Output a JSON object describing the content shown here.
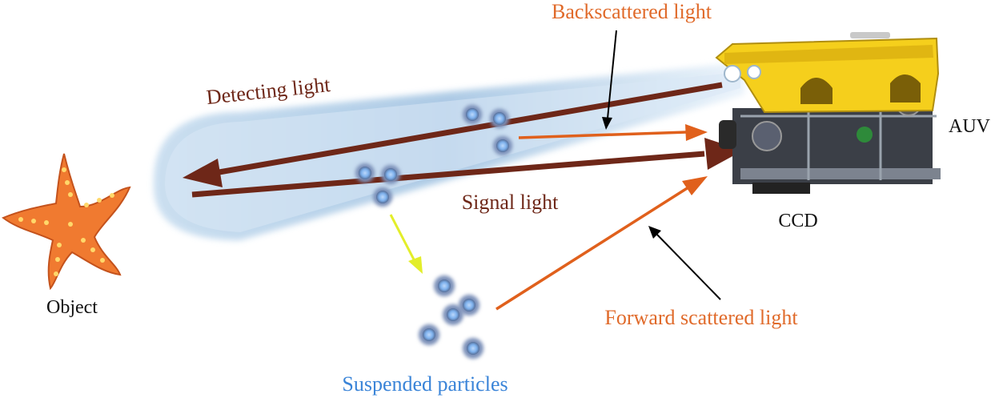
{
  "labels": {
    "backscattered": "Backscattered light",
    "detecting": "Detecting light",
    "signal": "Signal light",
    "forward": "Forward scattered light",
    "suspended": "Suspended particles",
    "object": "Object",
    "auv": "AUV",
    "ccd": "CCD"
  },
  "colors": {
    "beam": "#b9d3ea",
    "detecting_arrow": "#6e2718",
    "signal_arrow": "#6e2718",
    "scatter_arrow": "#e0601c",
    "particle_path_arrow": "#e3ee2a",
    "pointer_arrow": "#000000",
    "particle": "#7fb2ee",
    "starfish": "#f07a30",
    "auv_body": "#f5cf1c",
    "label_brown": "#6e2718",
    "label_orange": "#e06a2a",
    "label_blue": "#3a84d8",
    "label_black": "#111111"
  }
}
